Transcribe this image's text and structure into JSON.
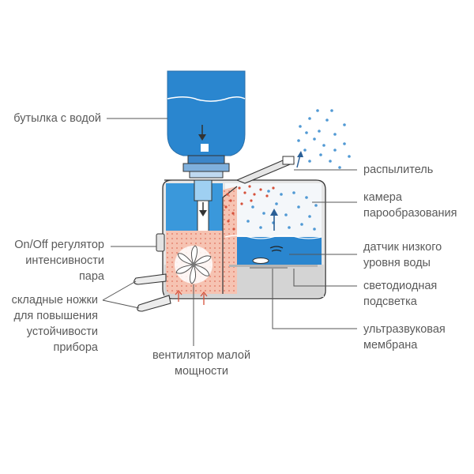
{
  "labels": {
    "bottle": "бутылка с водой",
    "sprayer": "распылитель",
    "chamber": "камера\nпарообразования",
    "on_off": "On/Off регулятор\nинтенсивности\nпара",
    "water_sensor": "датчик низкого\nуровня воды",
    "legs": "складные ножки\nдля повышения\nустойчивости\nприбора",
    "led": "светодиодная\nподсветка",
    "membrane": "ультразвуковая\nмембрана",
    "fan": "вентилятор малой\nмощности"
  },
  "colors": {
    "water": "#2a86cf",
    "water_light": "#7fc0ea",
    "body": "#e8e8e8",
    "outline": "#333333",
    "hot_air": "#e8735a",
    "hot_zone": "#f6c3b2",
    "mist": "#3f8fd0",
    "base": "#cfcfcf"
  },
  "icons": {
    "fan": "fan-icon",
    "wave": "wave-signal-icon",
    "arrow": "arrow-icon"
  }
}
